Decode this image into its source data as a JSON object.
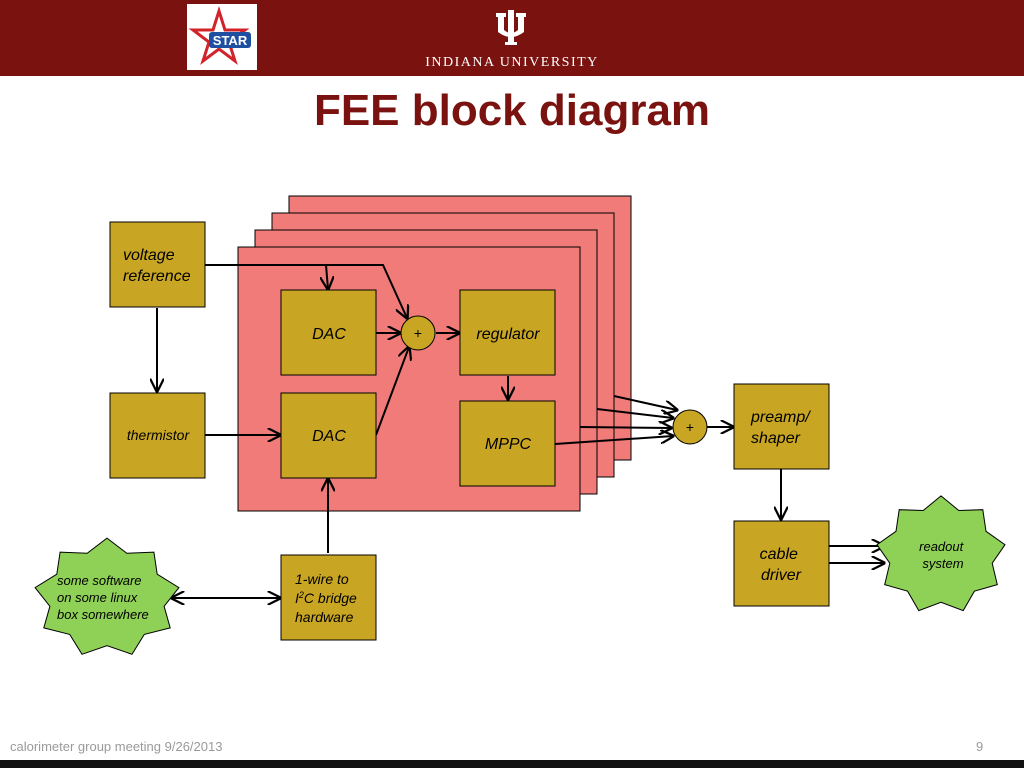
{
  "header": {
    "logo_text": "STAR",
    "university": "INDIANA UNIVERSITY"
  },
  "slide": {
    "title": "FEE block diagram",
    "footer": "calorimeter group meeting 9/26/2013",
    "page_number": "9"
  },
  "diagram": {
    "voltage_reference": [
      "voltage",
      "reference"
    ],
    "thermistor": "thermistor",
    "dac_top": "DAC",
    "dac_bottom": "DAC",
    "sum_left": "+",
    "regulator": "regulator",
    "mppc": "MPPC",
    "sum_right": "+",
    "preamp_shaper": [
      "preamp/",
      "shaper"
    ],
    "cable_driver": [
      "cable",
      "driver"
    ],
    "readout_system": [
      "readout",
      "system"
    ],
    "bridge": {
      "line1": "1-wire to",
      "line2_sup": "2",
      "line2_prefix": "I",
      "line2_rest": "C bridge",
      "line3": "hardware"
    },
    "software": [
      "some software",
      "on some linux",
      "box somewhere"
    ]
  },
  "colors": {
    "header": "#7a120f",
    "block": "#c8a624",
    "board": "#f07b78",
    "cloud": "#8fd056",
    "title": "#7a120f"
  }
}
